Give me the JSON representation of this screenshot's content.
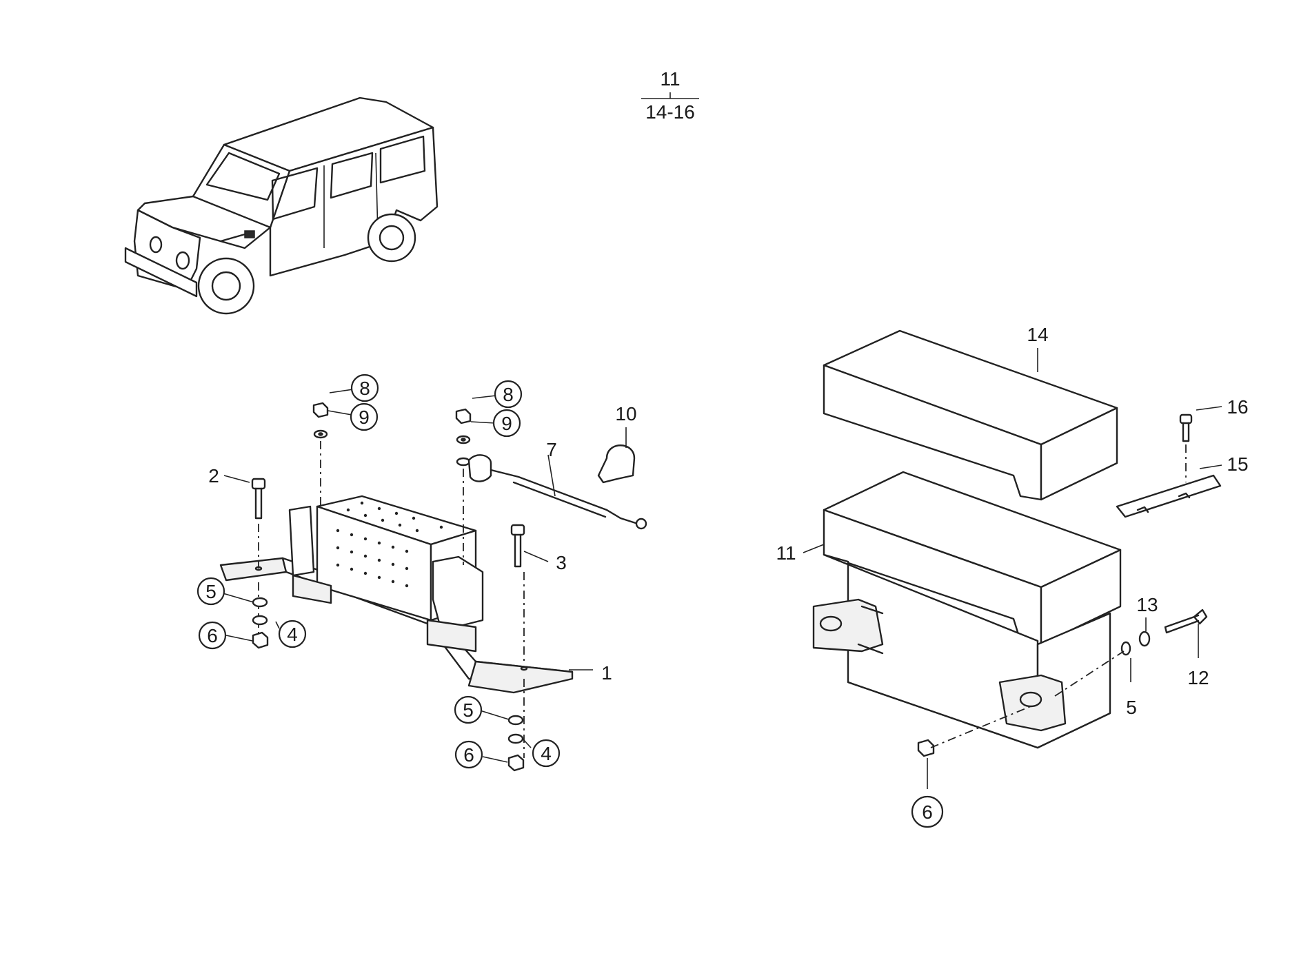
{
  "reference": {
    "top": "11",
    "bottom": "14-16"
  },
  "callouts": {
    "c1": "1",
    "c2": "2",
    "c3": "3",
    "c4a": "4",
    "c4b": "4",
    "c5a": "5",
    "c5b": "5",
    "c5c": "5",
    "c6a": "6",
    "c6b": "6",
    "c6c": "6",
    "c7": "7",
    "c8a": "8",
    "c8b": "8",
    "c9a": "9",
    "c9b": "9",
    "c10": "10",
    "c11": "11",
    "c12": "12",
    "c13": "13",
    "c14": "14",
    "c15": "15",
    "c16": "16"
  }
}
